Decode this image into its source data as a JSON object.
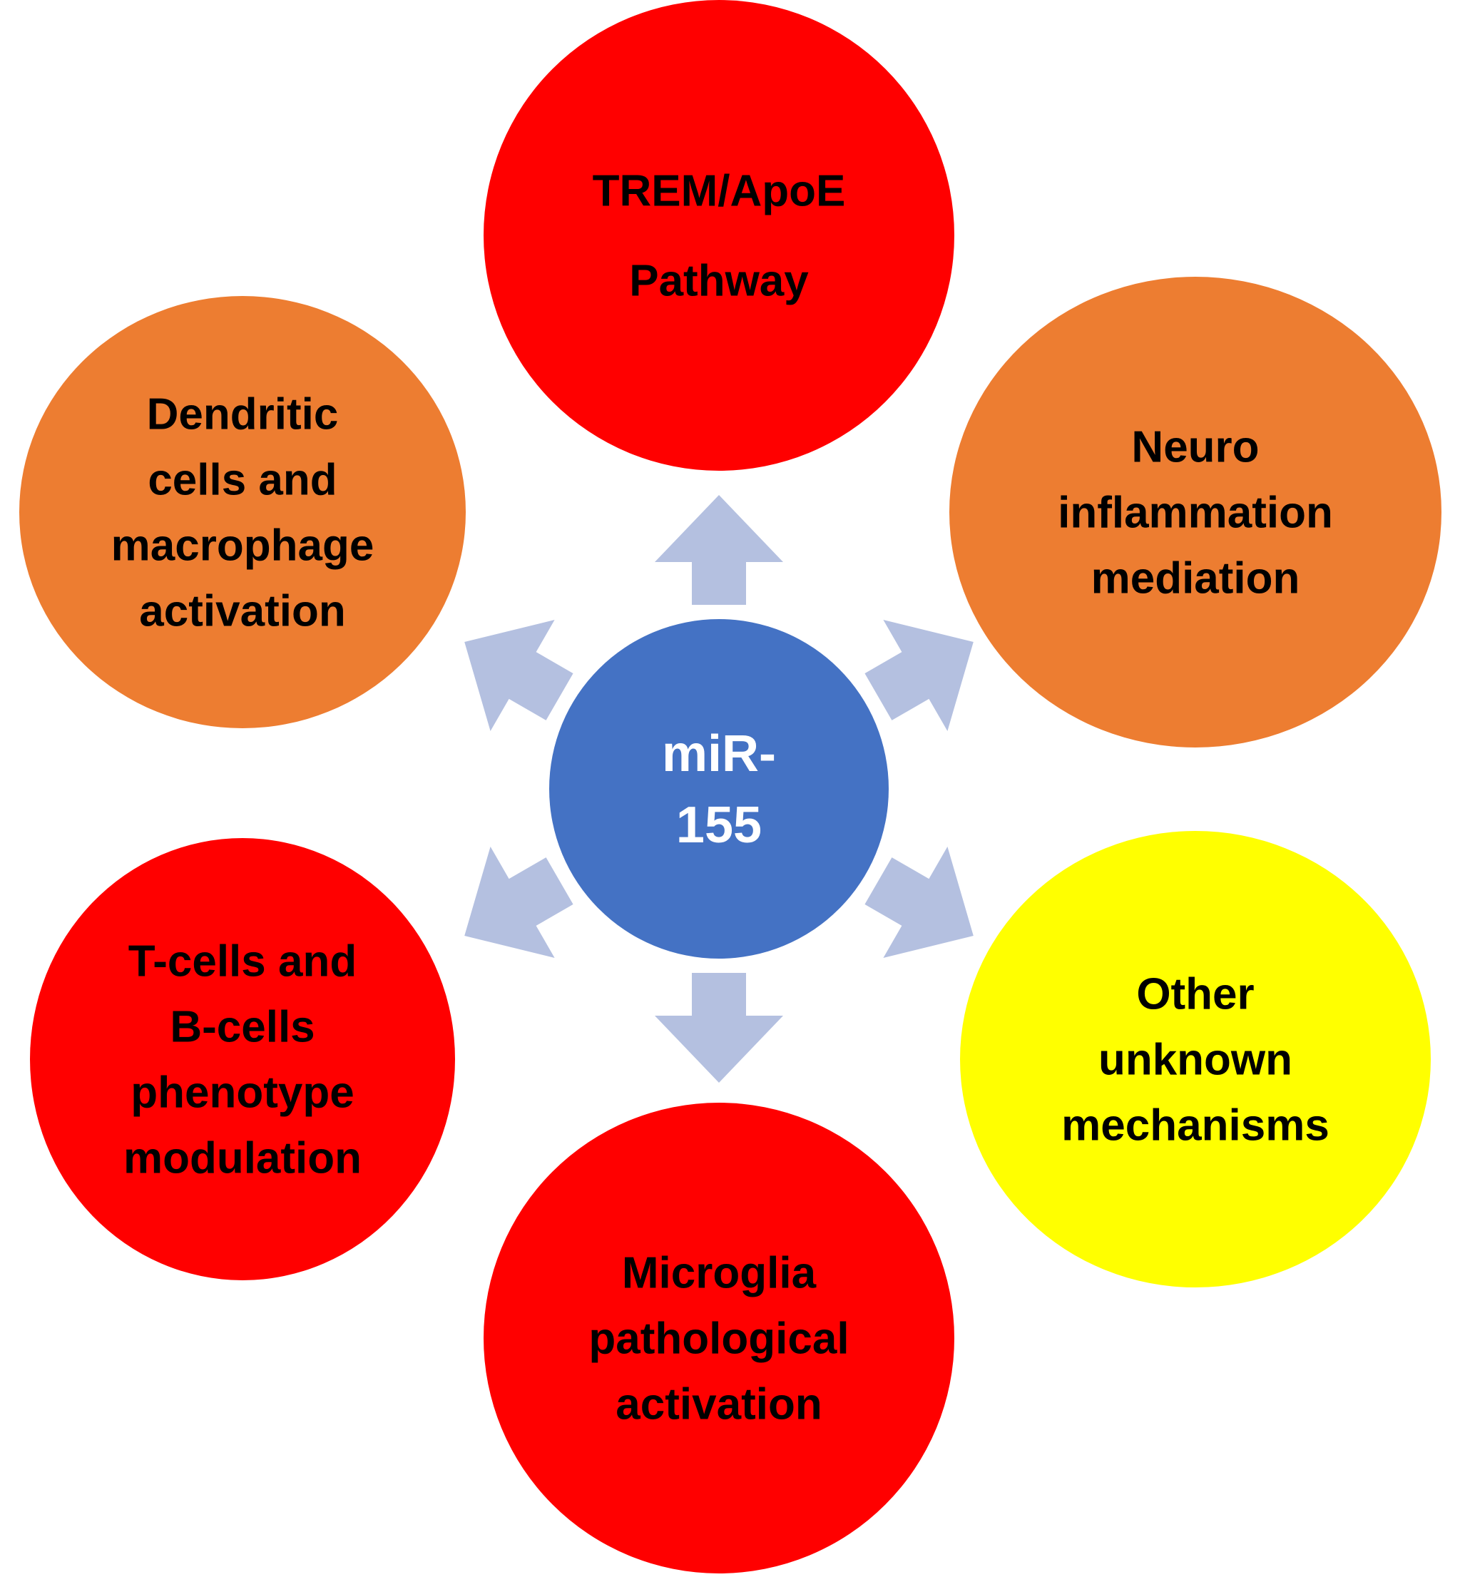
{
  "center": {
    "lines": [
      "miR-",
      "155"
    ],
    "color": "#4472C4",
    "text_color": "#ffffff"
  },
  "arrow_color": "#B4C0E0",
  "nodes": [
    {
      "id": "trem-apoe-pathway",
      "lines": [
        "TREM/ApoE",
        "Pathway"
      ],
      "color": "#FF0000"
    },
    {
      "id": "neuro-inflammation-mediation",
      "lines": [
        "Neuro",
        "inflammation",
        "mediation"
      ],
      "color": "#ED7D31"
    },
    {
      "id": "other-unknown-mechanisms",
      "lines": [
        "Other",
        "unknown",
        "mechanisms"
      ],
      "color": "#FFFF00"
    },
    {
      "id": "microglia-pathological-activation",
      "lines": [
        "Microglia",
        "pathological",
        "activation"
      ],
      "color": "#FF0000"
    },
    {
      "id": "t-cells-b-cells-phenotype-modulation",
      "lines": [
        "T-cells and",
        "B-cells",
        "phenotype",
        "modulation"
      ],
      "color": "#FF0000"
    },
    {
      "id": "dendritic-cells-macrophage-activation",
      "lines": [
        "Dendritic",
        "cells and",
        "macrophage",
        "activation"
      ],
      "color": "#ED7D31"
    }
  ]
}
